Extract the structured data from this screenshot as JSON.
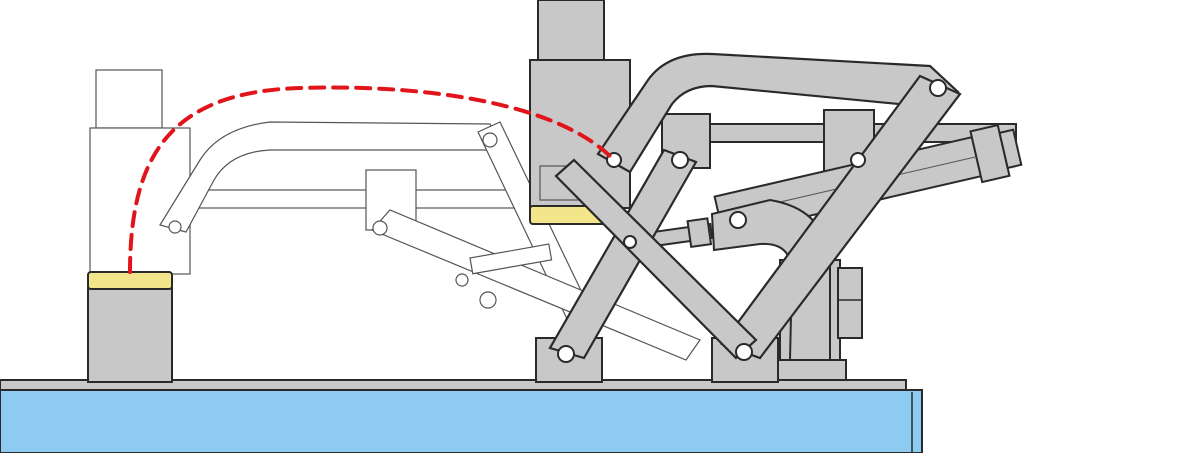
{
  "diagram": {
    "colors": {
      "base_plate": "#8ecbf0",
      "metal": "#c8c8c8",
      "metal_dark": "#b4b4b4",
      "pad": "#f3e58a",
      "outline": "#2a2a2a",
      "ghost": "#555555",
      "path": "#e0141a",
      "background": "#ffffff"
    },
    "components": {
      "base_plate": "base-plate",
      "rail": "rail",
      "left_workpiece_support": "left-workpiece-support",
      "clamp_arm_closed": "clamp-arm-closed",
      "clamp_arm_open_ghost": "clamp-arm-open-ghost",
      "pneumatic_cylinder": "pneumatic-cylinder",
      "clamp_pad_closed": "clamp-pad-closed",
      "clamp_pad_target": "clamp-pad-target",
      "motion_path": "motion-path"
    }
  }
}
